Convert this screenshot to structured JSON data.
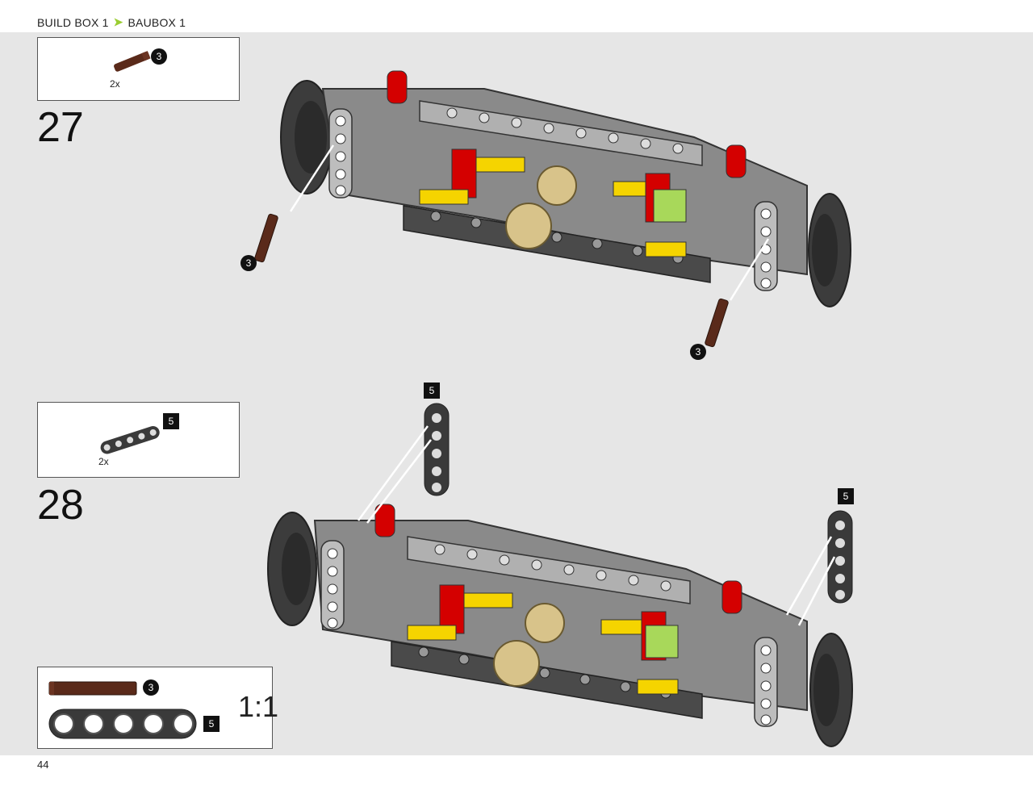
{
  "header": {
    "breadcrumb_left": "BUILD BOX 1",
    "breadcrumb_right": "BAUBOX 1"
  },
  "steps": [
    {
      "number": "27",
      "part_qty": "2x",
      "part_id": "3",
      "callouts": [
        "3",
        "3"
      ]
    },
    {
      "number": "28",
      "part_qty": "2x",
      "part_id": "5",
      "callouts": [
        "5",
        "5"
      ]
    }
  ],
  "scale_box": {
    "items": [
      {
        "id": "3",
        "name": "brown-axle-pin"
      },
      {
        "id": "5",
        "name": "liftarm-1x5"
      }
    ],
    "scale_label": "1:1"
  },
  "footer": {
    "page_number": "44"
  },
  "colors": {
    "accent": "#9acd32",
    "background": "#e6e6e6",
    "axle_brown": "#5a2a1a",
    "liftarm_gray": "#3a3a3a",
    "chassis_gray": "#8a8a8a",
    "red": "#d40000",
    "yellow": "#f5d400",
    "tan": "#d8c38a"
  }
}
